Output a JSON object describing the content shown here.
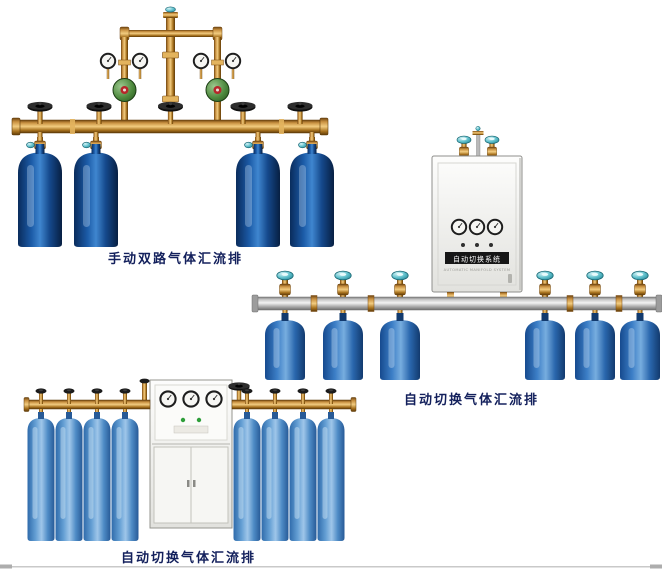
{
  "page": {
    "background": "#ffffff",
    "caption_color": "#13205c",
    "bottom_rule_color": "#c9c9c9"
  },
  "products": [
    {
      "name": "manual-dual-gas-manifold",
      "caption": "手动双路气体汇流排",
      "cylinders": 4,
      "cylinder_color": "#1b5aa6",
      "pipe_material_color": "#c89040",
      "regulators": 2,
      "gauges": 4,
      "handwheel_valves": 5
    },
    {
      "name": "auto-switch-gas-manifold-wall",
      "caption": "自动切换气体汇流排",
      "cylinders": 6,
      "cylinder_color": "#3c7ec6",
      "pipe_material_color": "#c8c8c8",
      "cabinet": {
        "label": "自动切换系统",
        "sublabel": "AUTOMATIC MANIFOLD SYSTEM",
        "gauges": 3
      }
    },
    {
      "name": "auto-switch-gas-manifold-floor",
      "caption": "自动切换气体汇流排",
      "cylinders": 8,
      "cylinder_color": "#649fd4",
      "pipe_material_color": "#c89040",
      "cabinet": {
        "gauges": 3,
        "indicator_lights": 2
      }
    }
  ]
}
